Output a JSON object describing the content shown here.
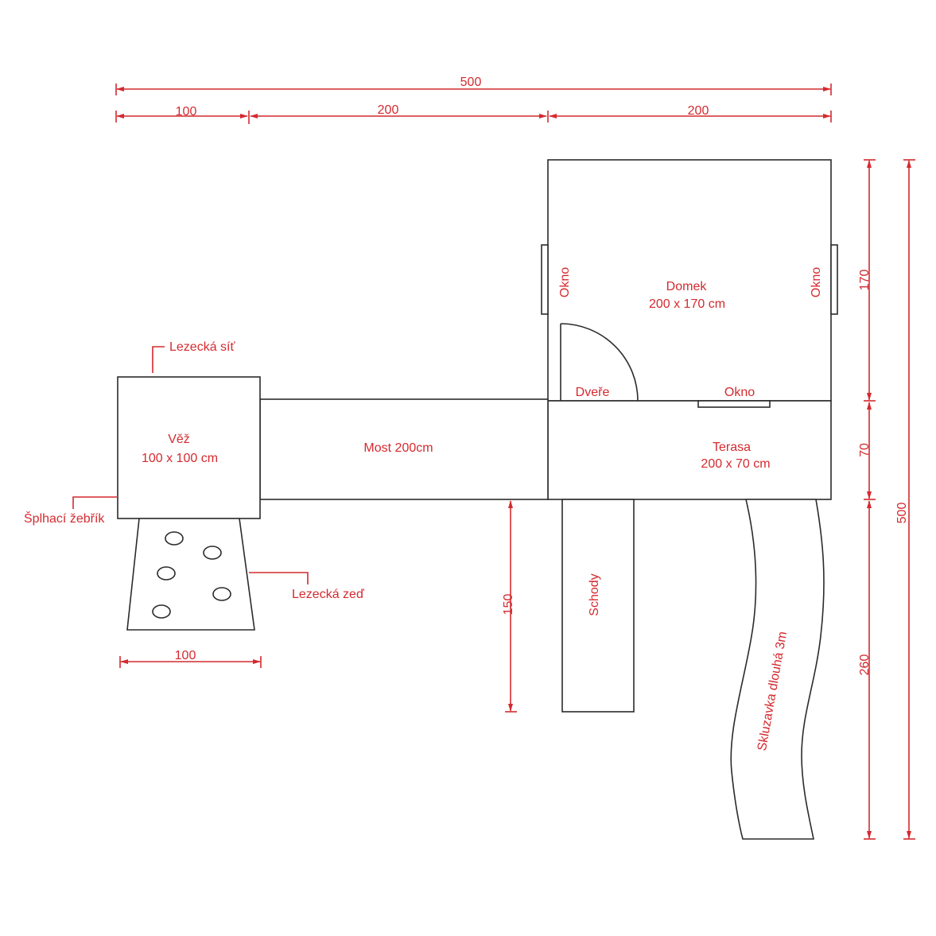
{
  "colors": {
    "annotation": "#d42a2f",
    "outline": "#2b2b2b"
  },
  "dimensions": {
    "total_width": "500",
    "tower_width": "100",
    "bridge_width": "200",
    "house_width": "200",
    "house_depth": "170",
    "terrace_depth": "70",
    "slide_length": "260",
    "total_depth": "500",
    "stairs_length": "150",
    "wall_width": "100"
  },
  "labels": {
    "house_title": "Domek",
    "house_size": "200 x 170 cm",
    "window_left": "Okno",
    "window_right": "Okno",
    "window_bottom": "Okno",
    "door": "Dveře",
    "terrace_title": "Terasa",
    "terrace_size": "200 x 70 cm",
    "bridge": "Most 200cm",
    "tower_title": "Věž",
    "tower_size": "100 x 100 cm",
    "climbing_net": "Lezecká síť",
    "climbing_ladder": "Šplhací žebřík",
    "climbing_wall": "Lezecká zeď",
    "stairs": "Schody",
    "slide": "Skluzavka dlouhá 3m"
  }
}
